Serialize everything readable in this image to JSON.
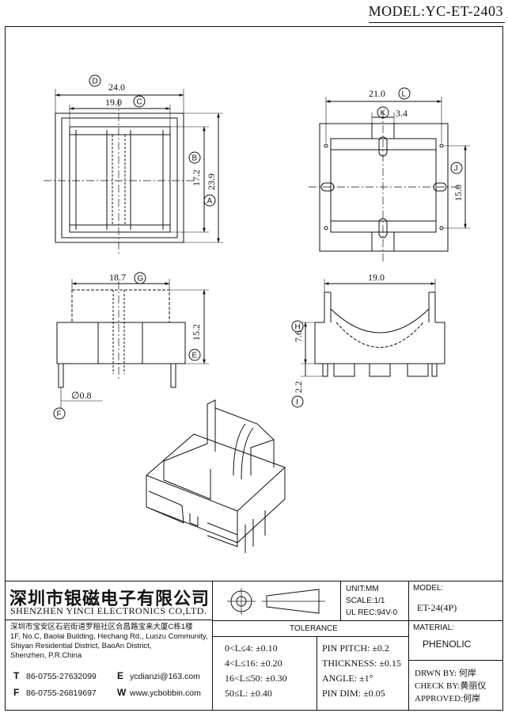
{
  "header": {
    "model_title": "MODEL:YC-ET-2403"
  },
  "views": {
    "top_left": {
      "dim_width_outer": "24.0",
      "dim_width_outer_tag": "D",
      "dim_width_inner": "19.0",
      "dim_width_inner_tag": "C",
      "dim_height_inner": "17.2",
      "dim_height_inner_tag": "B",
      "dim_height_outer": "23.9",
      "dim_height_outer_tag": "A"
    },
    "top_right": {
      "dim_width": "21.0",
      "dim_width_tag": "L",
      "dim_slot": "3.4",
      "dim_slot_tag": "K",
      "dim_height": "15.0",
      "dim_height_tag": "J"
    },
    "front_left": {
      "dim_width": "18.7",
      "dim_width_tag": "G",
      "dim_height": "15.2",
      "dim_height_tag": "E",
      "dim_pin": "∅0.8",
      "dim_pin_tag": "F"
    },
    "front_right": {
      "dim_width": "19.0",
      "dim_height": "7.6",
      "dim_height_tag": "H",
      "dim_pin_len": "2.2",
      "dim_pin_len_tag": "I"
    }
  },
  "title_block": {
    "company_cn": "深圳市银磁电子有限公司",
    "company_en": "SHENZHEN YINCI ELECTRONICS CO,LTD.",
    "address": [
      "深圳市宝安区石岩街道罗租社区合昌路宝来大厦C栋1楼",
      "1F, No.C, Baolai Building, Hechang Rd., Luozu Community,",
      "Shiyan Residential District, BaoAn District,",
      "Shenzhen, P.R.China"
    ],
    "tel_label": "T",
    "tel": "86-0755-27632099",
    "fax_label": "F",
    "fax": "86-0755-26819697",
    "email_label": "E",
    "email": "ycdianzi@163.com",
    "web_label": "W",
    "web": "www.ycbobbin.com",
    "unit": "UNIT:MM",
    "scale": "SCALE:1/1",
    "ul_rec": "UL REC:94V-0",
    "model_label": "MODEL:",
    "model_value": "ET-24(4P)",
    "material_label": "MATERIAL:",
    "material_value": "PHENOLIC",
    "tolerance_label": "TOLERANCE",
    "tolerances_left": [
      "0<L≤4: ±0.10",
      "4<L≤16: ±0.20",
      "16<L≤50: ±0.30",
      "50≤L: ±0.40"
    ],
    "tolerances_right": [
      "PIN PITCH: ±0.2",
      "THICKNESS: ±0.15",
      "ANGLE: ±1°",
      "PIN DIM: ±0.05"
    ],
    "drawn_by": "DRWN BY: 何岸",
    "check_by": "CHECK BY:黄丽仪",
    "approved": "APPROVED:何岸"
  }
}
